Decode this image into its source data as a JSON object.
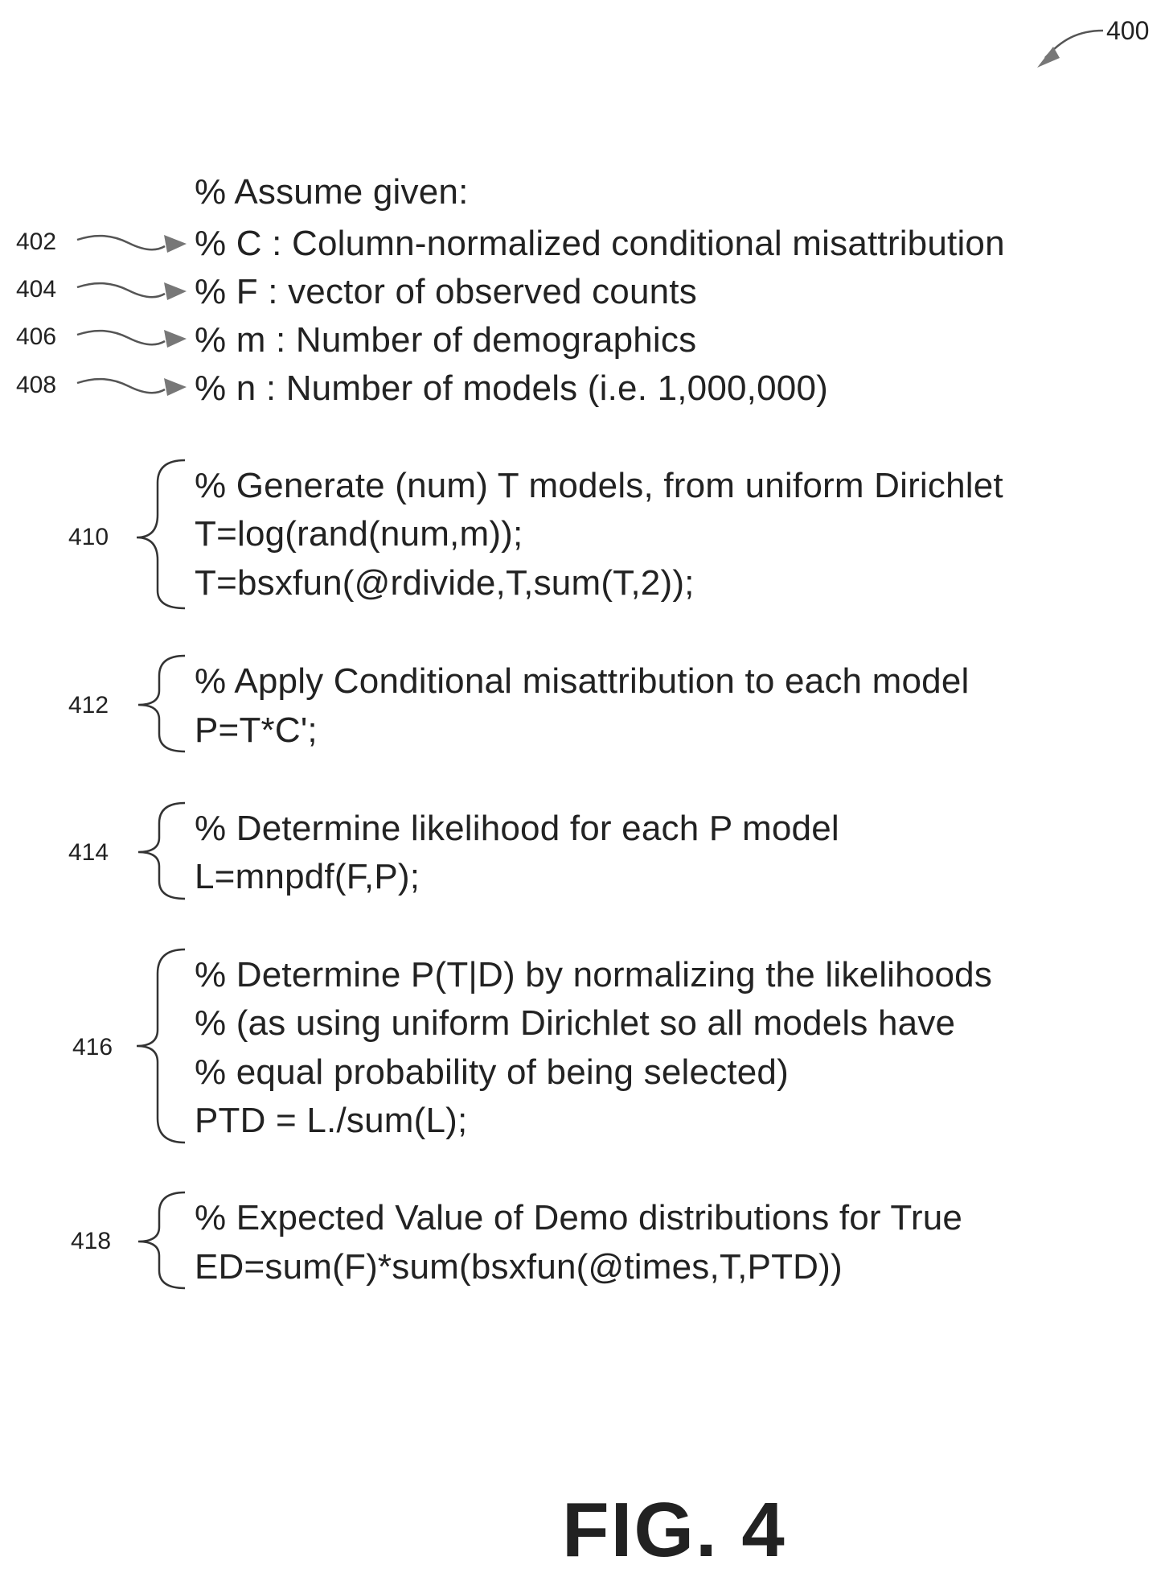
{
  "figure_number": "400",
  "figure_label": "FIG. 4",
  "comment_header": "% Assume given:",
  "given": [
    {
      "ref": "402",
      "text": "% C : Column-normalized conditional misattribution"
    },
    {
      "ref": "404",
      "text": "% F : vector of observed counts"
    },
    {
      "ref": "406",
      "text": "% m : Number of demographics"
    },
    {
      "ref": "408",
      "text": "% n : Number of models (i.e. 1,000,000)"
    }
  ],
  "blocks": [
    {
      "ref": "410",
      "lines": [
        "% Generate (num) T models, from uniform Dirichlet",
        "T=log(rand(num,m));",
        "T=bsxfun(@rdivide,T,sum(T,2));"
      ]
    },
    {
      "ref": "412",
      "lines": [
        "% Apply Conditional misattribution to each model",
        "P=T*C';"
      ]
    },
    {
      "ref": "414",
      "lines": [
        "% Determine likelihood for each P model",
        "L=mnpdf(F,P);"
      ]
    },
    {
      "ref": "416",
      "lines": [
        "% Determine P(T|D) by normalizing the likelihoods",
        "% (as using uniform Dirichlet so all models have",
        "% equal probability of being selected)",
        "PTD = L./sum(L);"
      ]
    },
    {
      "ref": "418",
      "lines": [
        "% Expected Value of Demo distributions for True",
        "ED=sum(F)*sum(bsxfun(@times,T,PTD))"
      ]
    }
  ]
}
